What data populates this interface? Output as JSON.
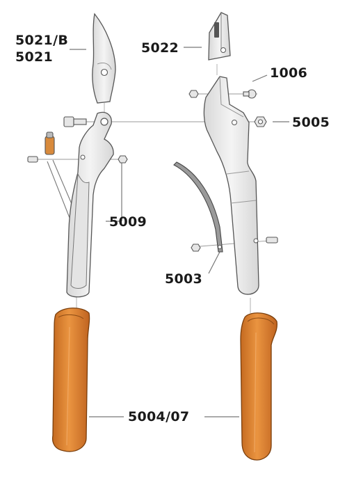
{
  "parts": {
    "blade_upper": {
      "line1": "5021/B",
      "line2": "5021"
    },
    "anvil": "5022",
    "screw": "1006",
    "nut": "5005",
    "spring_pin": "5009",
    "spring": "5003",
    "handle_grips": "5004/07"
  },
  "colors": {
    "outline": "#555555",
    "metal_fill": "#ececec",
    "metal_shade": "#d4d4d4",
    "grip_orange": "#e0862f",
    "grip_dark": "#b3621a",
    "leader": "#777777"
  }
}
